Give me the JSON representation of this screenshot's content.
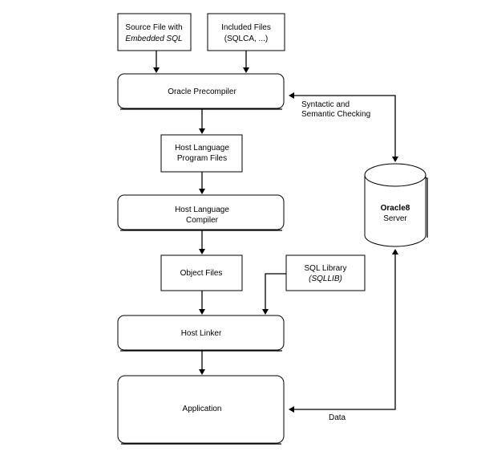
{
  "nodes": {
    "source_file": {
      "line1": "Source File with",
      "line2": "Embedded SQL"
    },
    "included_files": {
      "line1": "Included Files",
      "line2": "(SQLCA, ...)"
    },
    "precompiler": {
      "label": "Oracle Precompiler"
    },
    "host_program_files": {
      "line1": "Host Language",
      "line2": "Program Files"
    },
    "host_compiler": {
      "line1": "Host Language",
      "line2": "Compiler"
    },
    "object_files": {
      "label": "Object Files"
    },
    "sql_library": {
      "line1": "SQL Library",
      "line2": "(SQLLIB)"
    },
    "host_linker": {
      "label": "Host Linker"
    },
    "application": {
      "label": "Application"
    },
    "server": {
      "line1": "Oracle8",
      "line2": "Server"
    }
  },
  "edges": {
    "checking": {
      "line1": "Syntactic and",
      "line2": "Semantic Checking"
    },
    "data": {
      "label": "Data"
    }
  }
}
